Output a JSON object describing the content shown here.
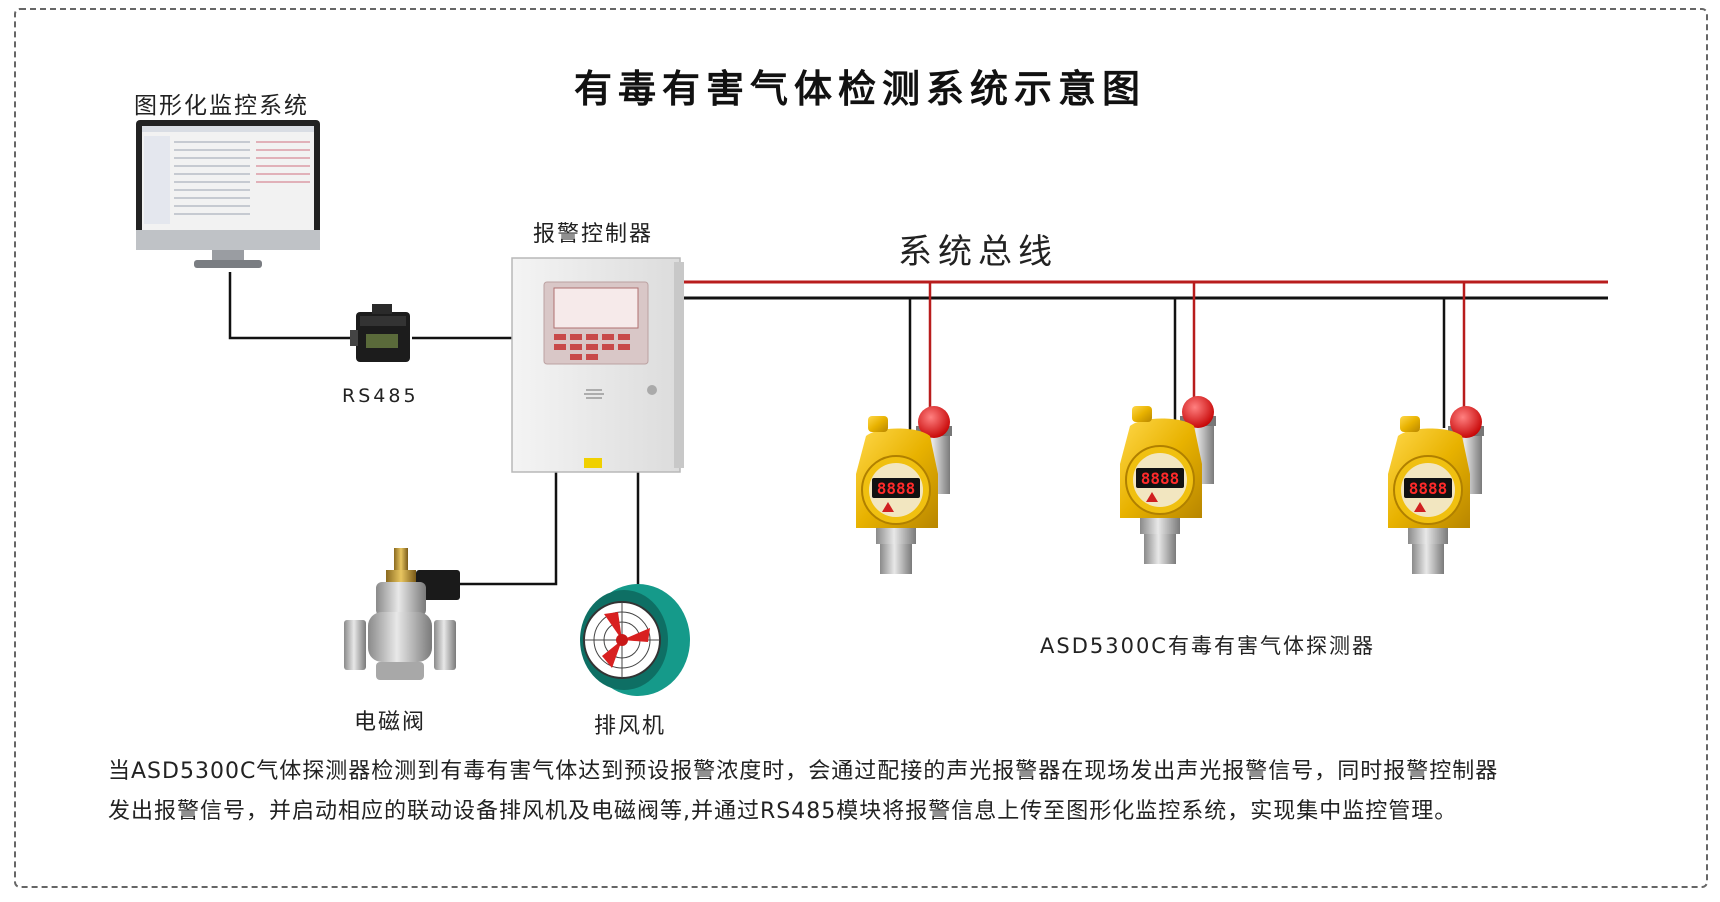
{
  "title": "有毒有害气体检测系统示意图",
  "labels": {
    "monitor": "图形化监控系统",
    "controller": "报警控制器",
    "bus": "系统总线",
    "rs485": "RS485",
    "valve": "电磁阀",
    "fan": "排风机",
    "detector": "ASD5300C有毒有害气体探测器"
  },
  "description": {
    "line1": "当ASD5300C气体探测器检测到有毒有害气体达到预设报警浓度时，会通过配接的声光报警器在现场发出声光报警信号，同时报警控制器",
    "line2": "发出报警信号，并启动相应的联动设备排风机及电磁阀等,并通过RS485模块将报警信息上传至图形化监控系统，实现集中监控管理。"
  },
  "detector_display": [
    "8888",
    "8888",
    "8888"
  ],
  "colors": {
    "bus_red": "#b81c1c",
    "bus_black": "#111111",
    "detector_yellow": "#e5b000",
    "alarm_red": "#e02020"
  }
}
